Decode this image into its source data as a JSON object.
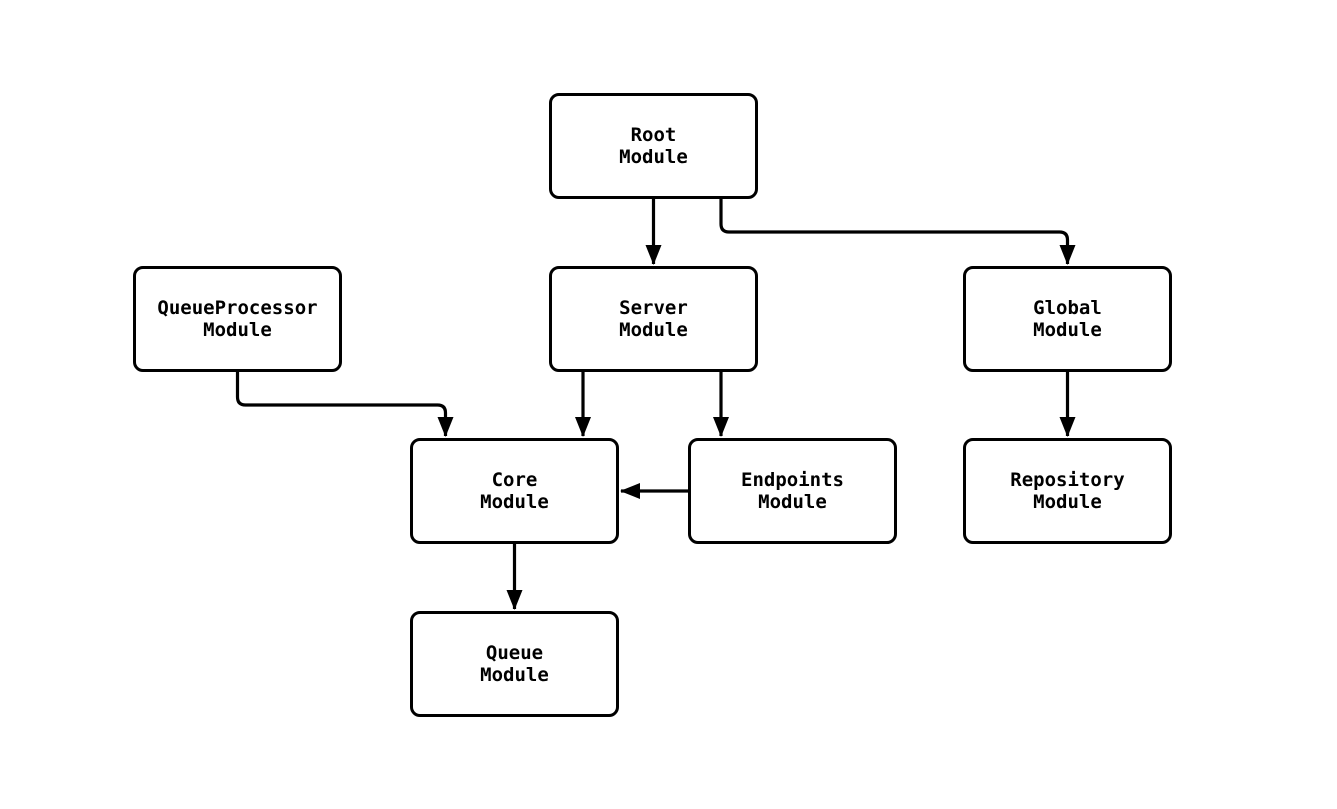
{
  "diagram": {
    "type": "flowchart",
    "description": "Module dependency diagram",
    "colors": {
      "background": "#ffffff",
      "node_fill": "#ffffff",
      "node_border": "#000000",
      "edge": "#000000",
      "text": "#000000"
    },
    "nodes": {
      "root": {
        "label": "Root\nModule"
      },
      "queueprocessor": {
        "label": "QueueProcessor\nModule"
      },
      "server": {
        "label": "Server\nModule"
      },
      "global": {
        "label": "Global\nModule"
      },
      "core": {
        "label": "Core\nModule"
      },
      "endpoints": {
        "label": "Endpoints\nModule"
      },
      "repository": {
        "label": "Repository\nModule"
      },
      "queue": {
        "label": "Queue\nModule"
      }
    },
    "edges": [
      {
        "from": "Root Module",
        "to": "Server Module"
      },
      {
        "from": "Root Module",
        "to": "Global Module"
      },
      {
        "from": "QueueProcessor Module",
        "to": "Core Module"
      },
      {
        "from": "Server Module",
        "to": "Core Module"
      },
      {
        "from": "Server Module",
        "to": "Endpoints Module"
      },
      {
        "from": "Endpoints Module",
        "to": "Core Module"
      },
      {
        "from": "Global Module",
        "to": "Repository Module"
      },
      {
        "from": "Core Module",
        "to": "Queue Module"
      }
    ]
  }
}
